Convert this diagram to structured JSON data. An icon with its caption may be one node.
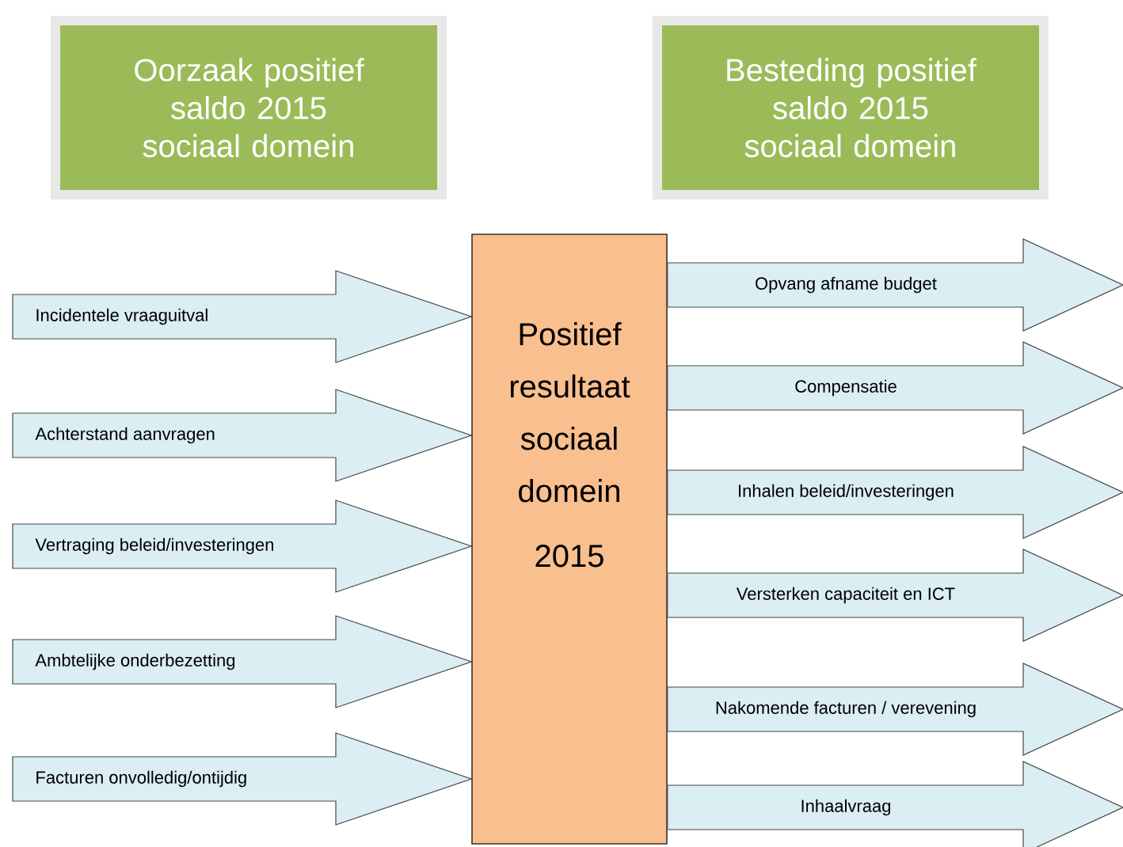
{
  "diagram": {
    "nodes": [
      {
        "text": [
          "Oorzaak positief saldo 2015 sociaal domein"
        ]
      },
      {
        "text": [
          "Besteding positief saldo 2015 sociaal domein"
        ]
      },
      {
        "text": [
          "Positief resultaat sociaal domein",
          "2015"
        ]
      }
    ],
    "edges": [
      {
        "from": null,
        "to": 2,
        "arrow": "to",
        "label": "Incidentele vraaguitval"
      },
      {
        "from": null,
        "to": 2,
        "arrow": "to",
        "label": "Achterstand aanvragen"
      },
      {
        "from": null,
        "to": 2,
        "arrow": "to",
        "label": "Vertraging beleid/investeringen"
      },
      {
        "from": null,
        "to": 2,
        "arrow": "to",
        "label": "Ambtelijke onderbezetting"
      },
      {
        "from": null,
        "to": 2,
        "arrow": "to",
        "label": "Facturen onvolledig/ontijdig"
      },
      {
        "from": 2,
        "to": null,
        "arrow": "to",
        "label": "Opvang afname budget"
      },
      {
        "from": 2,
        "to": null,
        "arrow": "to",
        "label": "Compensatie"
      },
      {
        "from": 2,
        "to": null,
        "arrow": "to",
        "label": "Inhalen beleid/investeringen"
      },
      {
        "from": 2,
        "to": null,
        "arrow": "to",
        "label": "Versterken capaciteit en ICT"
      },
      {
        "from": 2,
        "to": null,
        "arrow": "to",
        "label": "Nakomende facturen / verevening"
      },
      {
        "from": 2,
        "to": null,
        "arrow": "to",
        "label": "Inhaalvraag"
      }
    ]
  }
}
